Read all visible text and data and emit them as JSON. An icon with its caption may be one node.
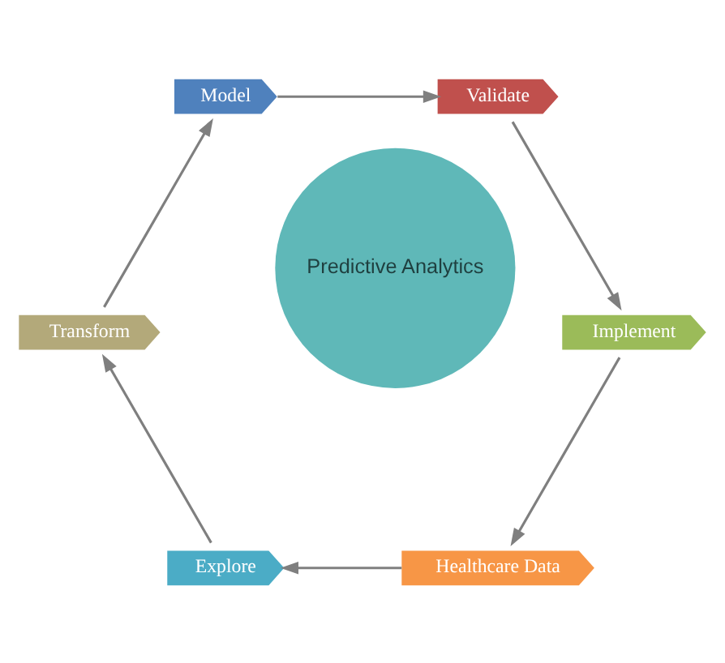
{
  "diagram": {
    "nodes": [
      {
        "text": [
          "Predictive Analytics"
        ]
      },
      {
        "text": [
          "Healthcare Data"
        ]
      },
      {
        "text": [
          "Explore"
        ]
      },
      {
        "text": [
          "Transform"
        ]
      },
      {
        "text": [
          "Model"
        ]
      },
      {
        "text": [
          "Validate"
        ]
      },
      {
        "text": [
          "Implement"
        ]
      }
    ],
    "edges": [
      {
        "from": 1,
        "to": 2,
        "arrow": "to"
      },
      {
        "from": 2,
        "to": 3,
        "arrow": "to"
      },
      {
        "from": 3,
        "to": 4,
        "arrow": "to"
      },
      {
        "from": 4,
        "to": 5,
        "arrow": "to"
      },
      {
        "from": 5,
        "to": 6,
        "arrow": "to"
      },
      {
        "from": 6,
        "to": 1,
        "arrow": "to"
      }
    ]
  }
}
